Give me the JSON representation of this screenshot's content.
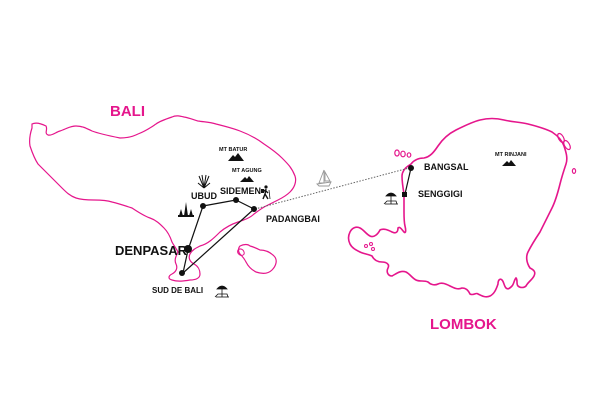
{
  "map": {
    "outline_color": "#e5168c",
    "route_color": "#111111",
    "islands": [
      {
        "name": "BALI"
      },
      {
        "name": "LOMBOK"
      }
    ],
    "places": {
      "denpasar": "DENPASAR",
      "ubud": "UBUD",
      "sidemen": "SIDEMEN",
      "padangbai": "PADANGBAI",
      "sud_de_bali": "SUD DE BALI",
      "bangsal": "BANGSAL",
      "senggigi": "SENGGIGI"
    },
    "mountains": {
      "batur": "MT BATUR",
      "agung": "MT AGUNG",
      "rinjani": "MT RINJANI"
    },
    "icons": {
      "rice_plant": "rice-plant-icon",
      "temple": "temple-icon",
      "hiker": "hiker-icon",
      "beach": "beach-umbrella-icon",
      "boat": "sailboat-icon",
      "mountain": "mountain-icon"
    }
  }
}
